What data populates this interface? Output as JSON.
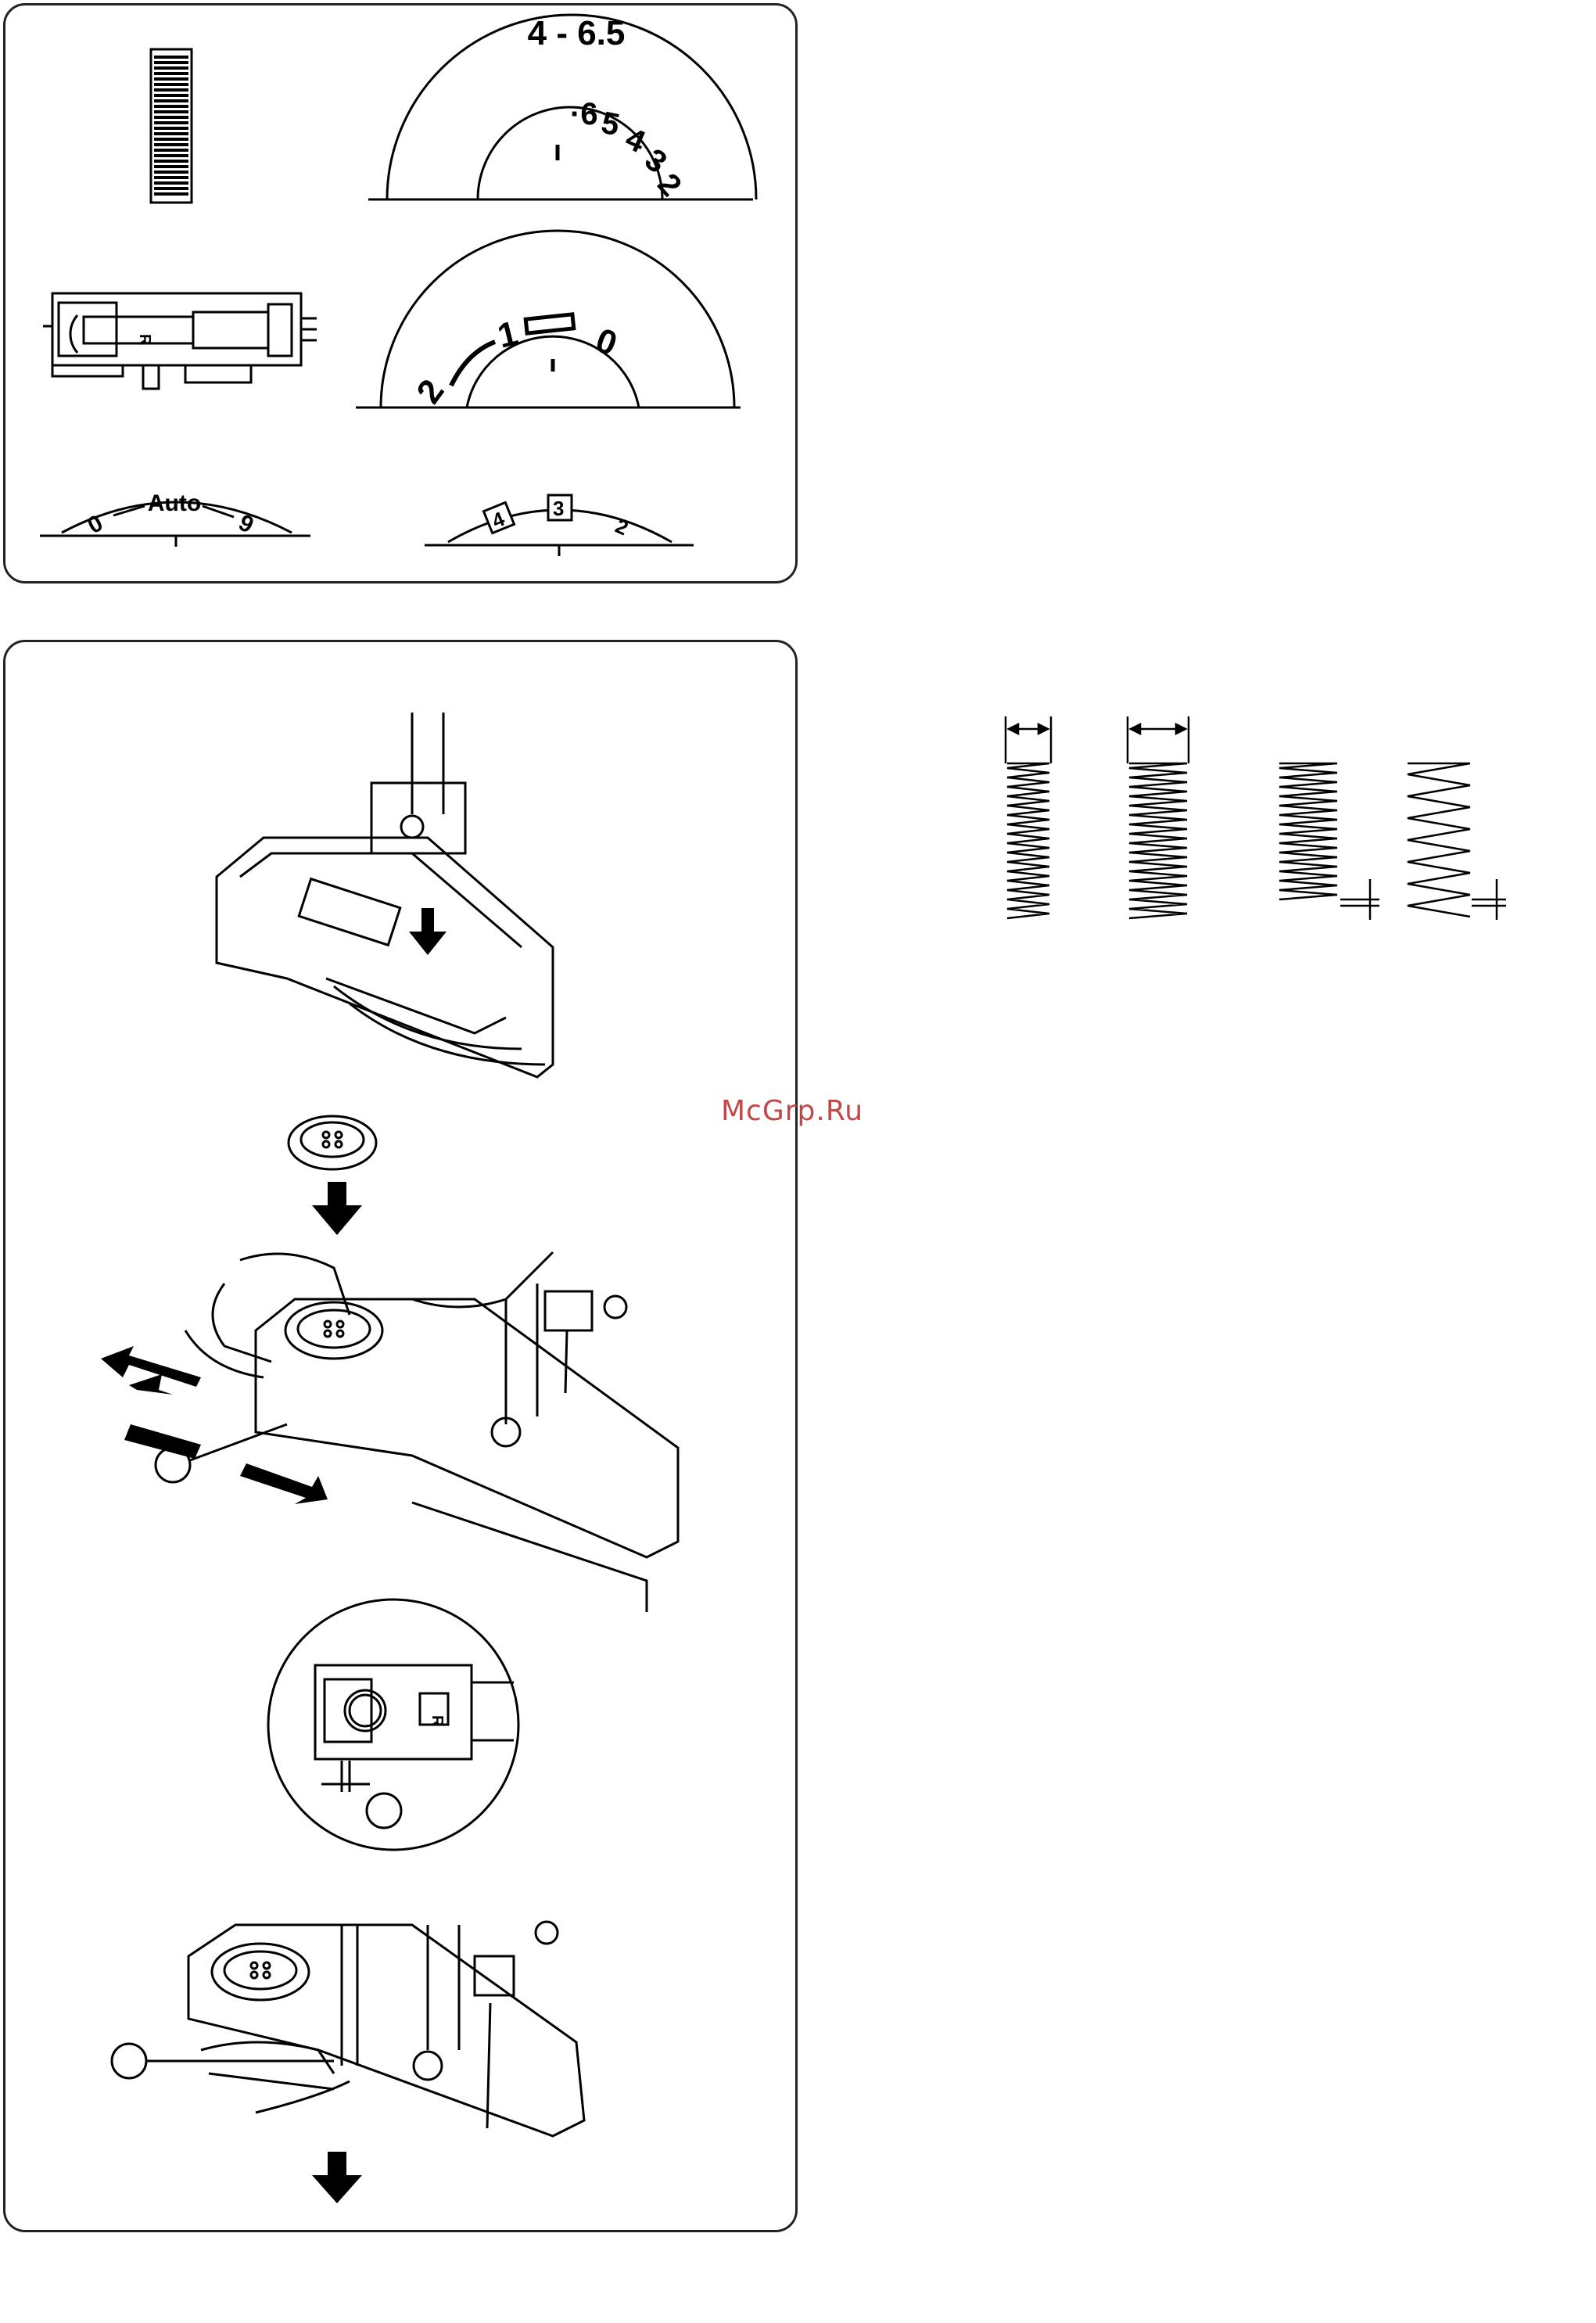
{
  "top_panel": {
    "stitch_width_label": "4 - 6.5",
    "width_dial_numbers": [
      "·6",
      "5",
      "4",
      "3",
      "2"
    ],
    "stitch_length_dial": [
      "2",
      "1",
      "0"
    ],
    "tension_dial": {
      "left": "0",
      "center": "Auto",
      "right": "9"
    },
    "pressure_dial": [
      "4",
      "3",
      "2"
    ],
    "foot_letter": "R"
  },
  "bottom_panel": {
    "foot_letter": "R"
  },
  "watermark": "McGrp.Ru",
  "colors": {
    "line": "#000000",
    "watermark": "#c24848"
  }
}
